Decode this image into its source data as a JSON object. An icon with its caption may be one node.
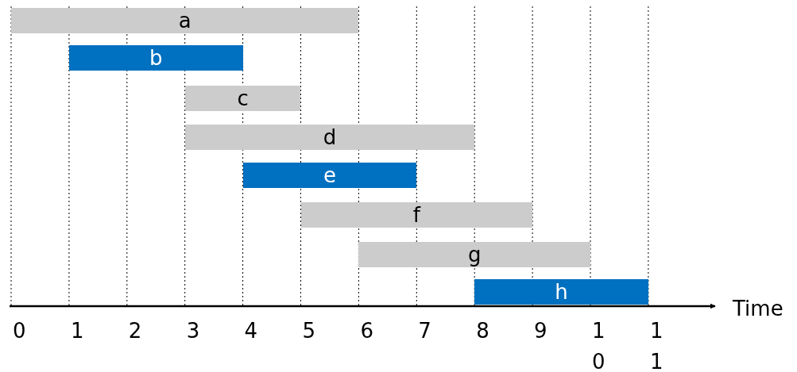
{
  "diagram": {
    "nodes": [
      {
        "text": [
          "a"
        ]
      },
      {
        "text": [
          "b"
        ]
      },
      {
        "text": [
          "c"
        ]
      },
      {
        "text": [
          "d"
        ]
      },
      {
        "text": [
          "e"
        ]
      },
      {
        "text": [
          "f"
        ]
      },
      {
        "text": [
          "g"
        ]
      },
      {
        "text": [
          "h"
        ]
      }
    ],
    "labels": [
      "Time",
      "0",
      "1",
      "2",
      "3",
      "4",
      "5",
      "6",
      "7",
      "8",
      "9",
      "10",
      "11"
    ]
  }
}
